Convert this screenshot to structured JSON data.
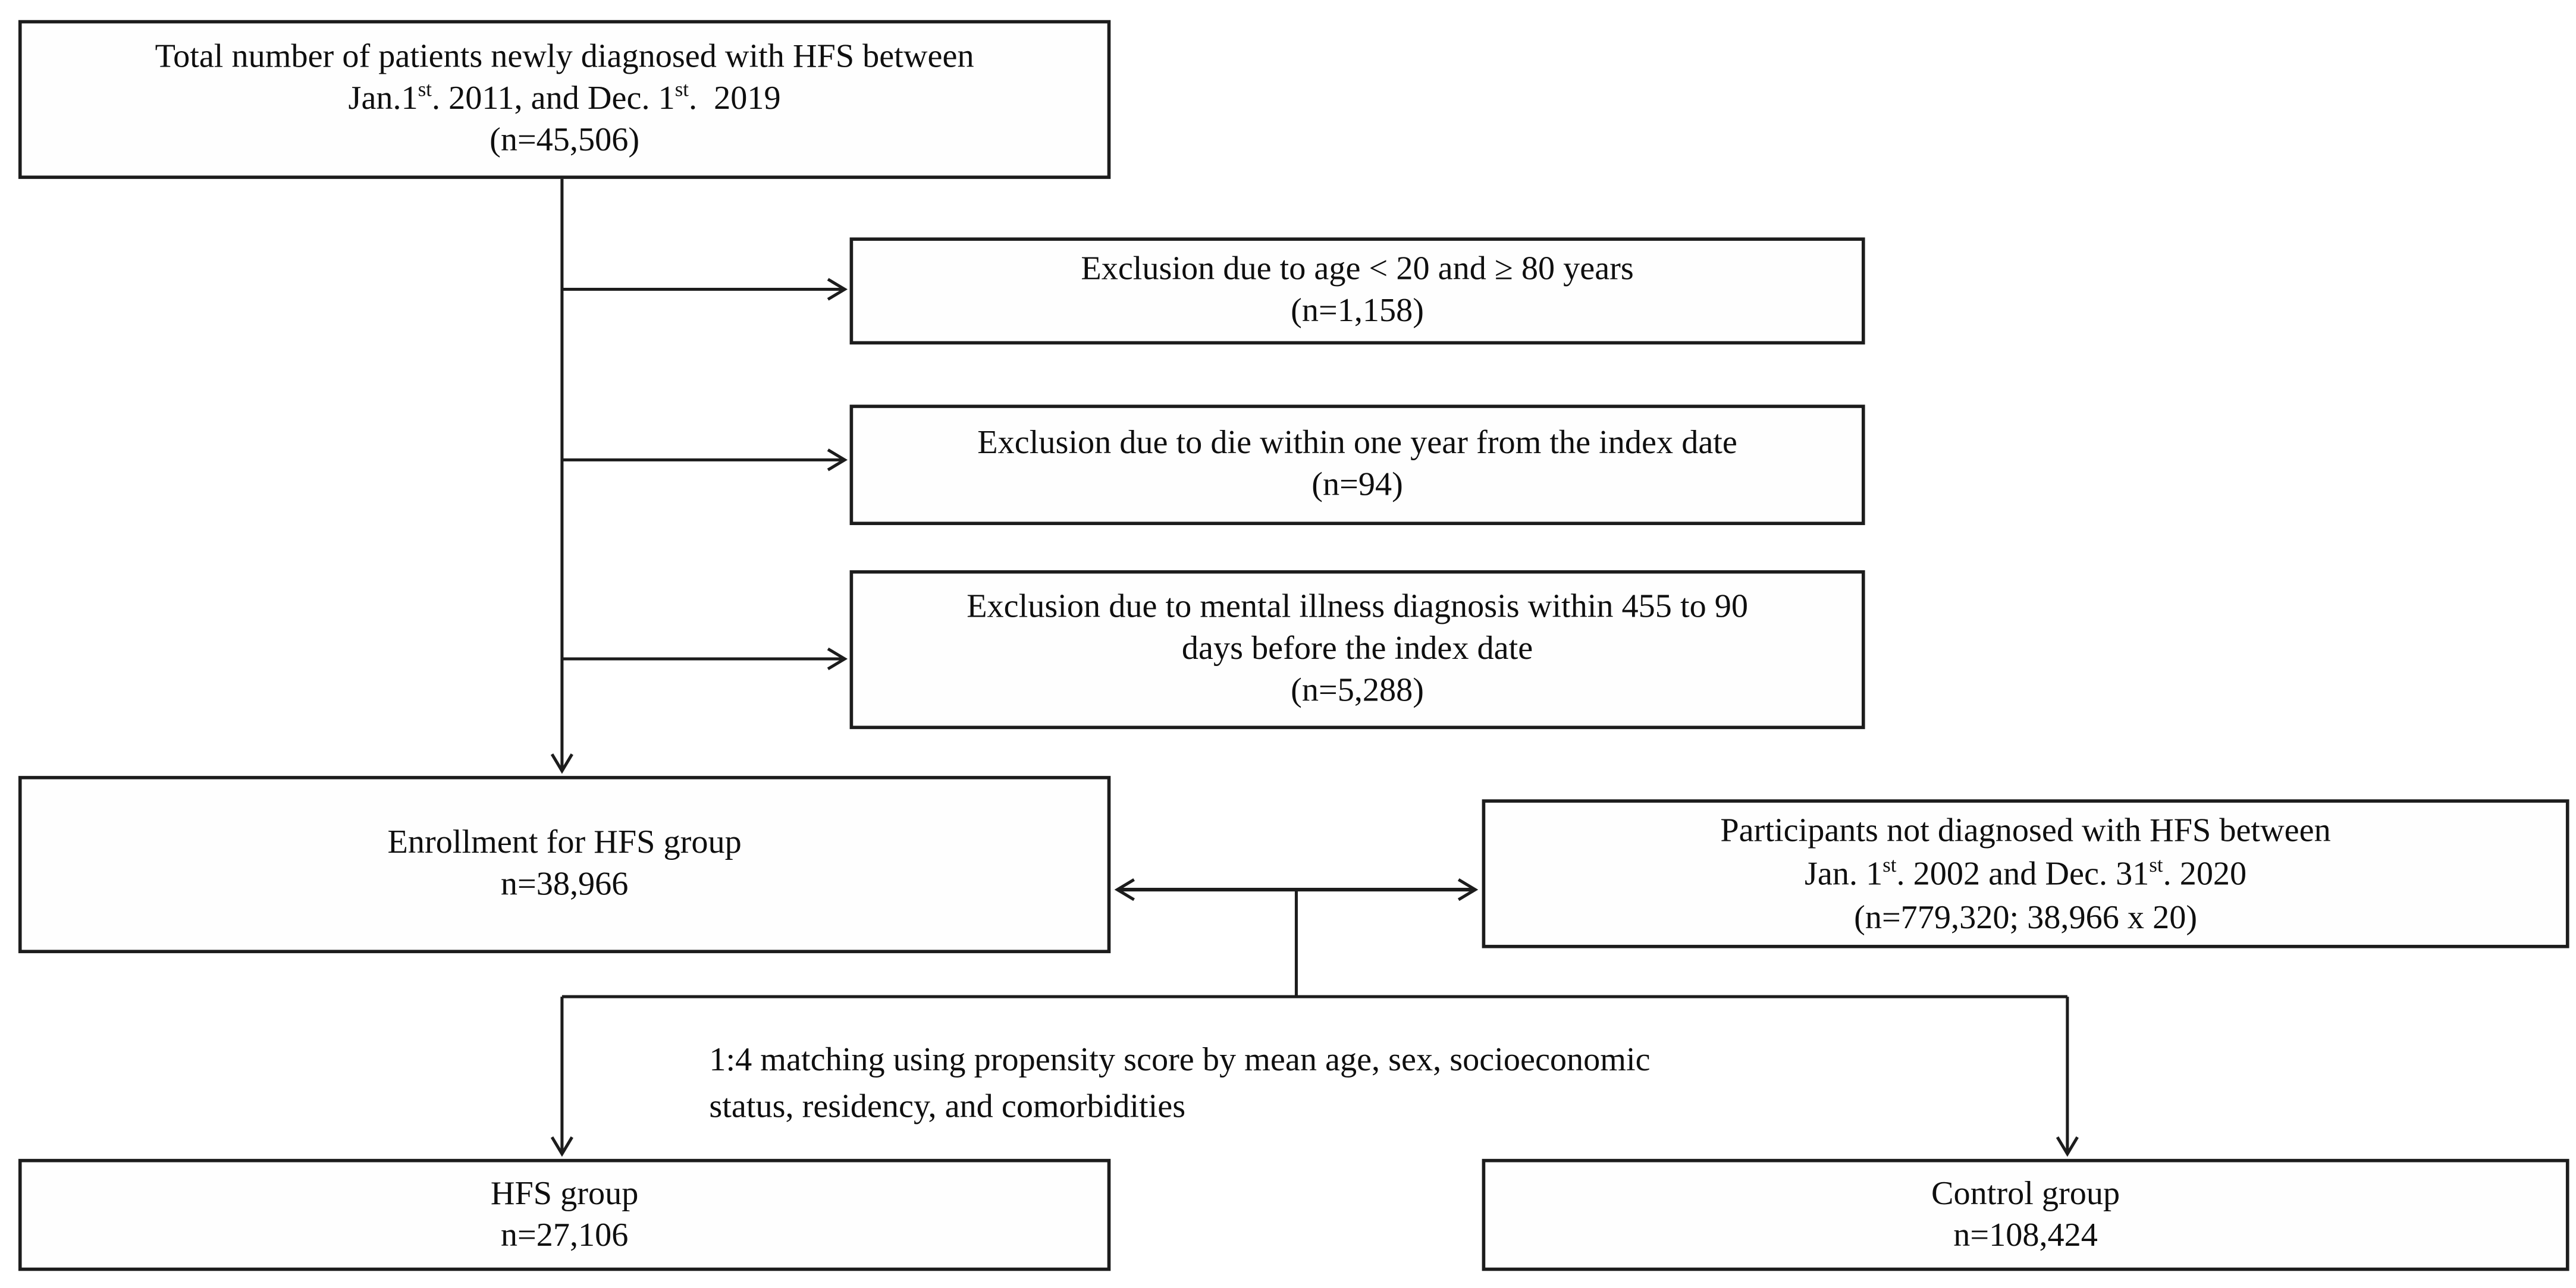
{
  "figure": {
    "colors": {
      "background": "#ffffff",
      "line": "#1c1c1c",
      "text": "#0f0f0f"
    },
    "boxes": {
      "total": {
        "lines": [
          [
            {
              "t": "Total number of patients newly diagnosed with HFS between"
            }
          ],
          [
            {
              "t": "Jan.1"
            },
            {
              "t": "st",
              "sup": true
            },
            {
              "t": ". 2011, and Dec. 1"
            },
            {
              "t": "st",
              "sup": true
            },
            {
              "t": ".  2019"
            }
          ],
          [
            {
              "t": "(n=45,506)"
            }
          ]
        ]
      },
      "exclusion_age": {
        "lines": [
          [
            {
              "t": "Exclusion due to age < 20 and ≥ 80 years"
            }
          ],
          [
            {
              "t": "(n=1,158)"
            }
          ]
        ]
      },
      "exclusion_death": {
        "lines": [
          [
            {
              "t": "Exclusion due to die within one year from the index date"
            }
          ],
          [
            {
              "t": "(n=94)"
            }
          ]
        ]
      },
      "exclusion_mental": {
        "lines": [
          [
            {
              "t": "Exclusion due to mental illness diagnosis within 455 to 90"
            }
          ],
          [
            {
              "t": "days before the index date"
            }
          ],
          [
            {
              "t": "(n=5,288)"
            }
          ]
        ]
      },
      "enrollment": {
        "lines": [
          [
            {
              "t": "Enrollment for HFS group"
            }
          ],
          [
            {
              "t": "n=38,966"
            }
          ]
        ]
      },
      "participants": {
        "lines": [
          [
            {
              "t": "Participants not diagnosed with HFS between"
            }
          ],
          [
            {
              "t": "Jan. 1"
            },
            {
              "t": "st",
              "sup": true
            },
            {
              "t": ". 2002 and Dec. 31"
            },
            {
              "t": "st",
              "sup": true
            },
            {
              "t": ". 2020"
            }
          ],
          [
            {
              "t": "(n=779,320; 38,966 x 20)"
            }
          ]
        ]
      },
      "hfs_group": {
        "lines": [
          [
            {
              "t": "HFS group"
            }
          ],
          [
            {
              "t": "n=27,106"
            }
          ]
        ]
      },
      "control_group": {
        "lines": [
          [
            {
              "t": "Control group"
            }
          ],
          [
            {
              "t": "n=108,424"
            }
          ]
        ]
      }
    },
    "annotations": {
      "matching": {
        "line1": "1:4 matching using propensity score by mean age, sex, socioeconomic",
        "line2": "status, residency, and comorbidities"
      }
    }
  }
}
